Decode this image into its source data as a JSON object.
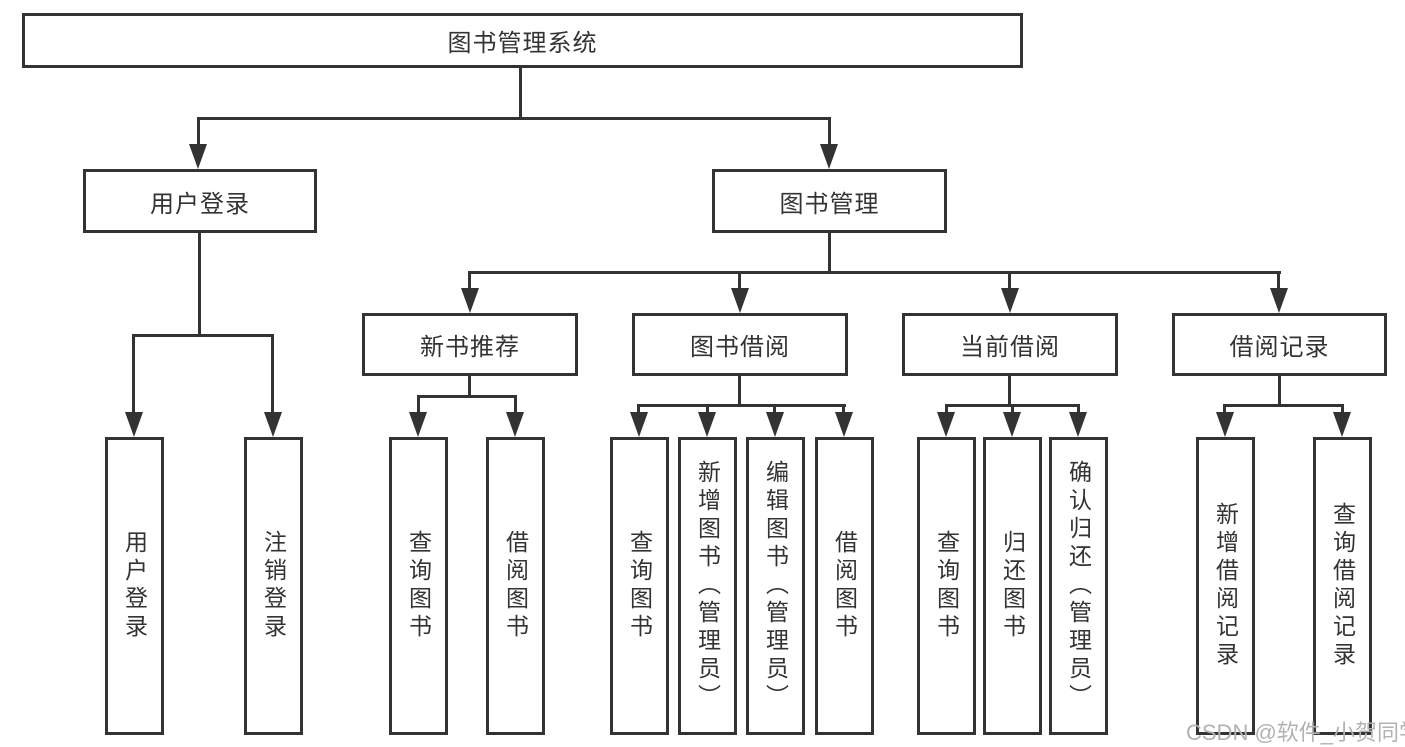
{
  "tree": {
    "label": "图书管理系统",
    "children": [
      {
        "label": "用户登录",
        "children": [
          {
            "label": "用户登录"
          },
          {
            "label": "注销登录"
          }
        ]
      },
      {
        "label": "图书管理",
        "children": [
          {
            "label": "新书推荐",
            "children": [
              {
                "label": "查询图书"
              },
              {
                "label": "借阅图书"
              }
            ]
          },
          {
            "label": "图书借阅",
            "children": [
              {
                "label": "查询图书"
              },
              {
                "label": "新增图书（管理员）"
              },
              {
                "label": "编辑图书（管理员）"
              },
              {
                "label": "借阅图书"
              }
            ]
          },
          {
            "label": "当前借阅",
            "children": [
              {
                "label": "查询图书"
              },
              {
                "label": "归还图书"
              },
              {
                "label": "确认归还（管理员）"
              }
            ]
          },
          {
            "label": "借阅记录",
            "children": [
              {
                "label": "新增借阅记录"
              },
              {
                "label": "查询借阅记录"
              }
            ]
          }
        ]
      }
    ]
  },
  "watermark": {
    "text": "CSDN @软件_小贺同学"
  },
  "colors": {
    "line": "#333333",
    "text": "#333333",
    "watermark": "#b2b2b2",
    "background": "#ffffff"
  }
}
